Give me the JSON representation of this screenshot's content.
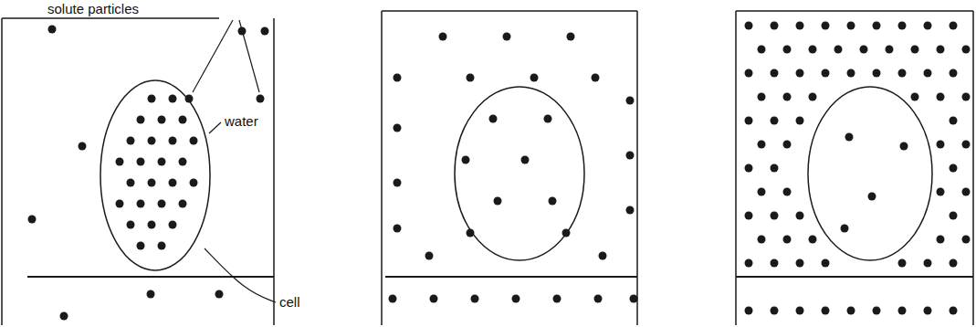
{
  "diagram": {
    "labels": [
      "solute particles",
      "water",
      "cell"
    ]
  }
}
